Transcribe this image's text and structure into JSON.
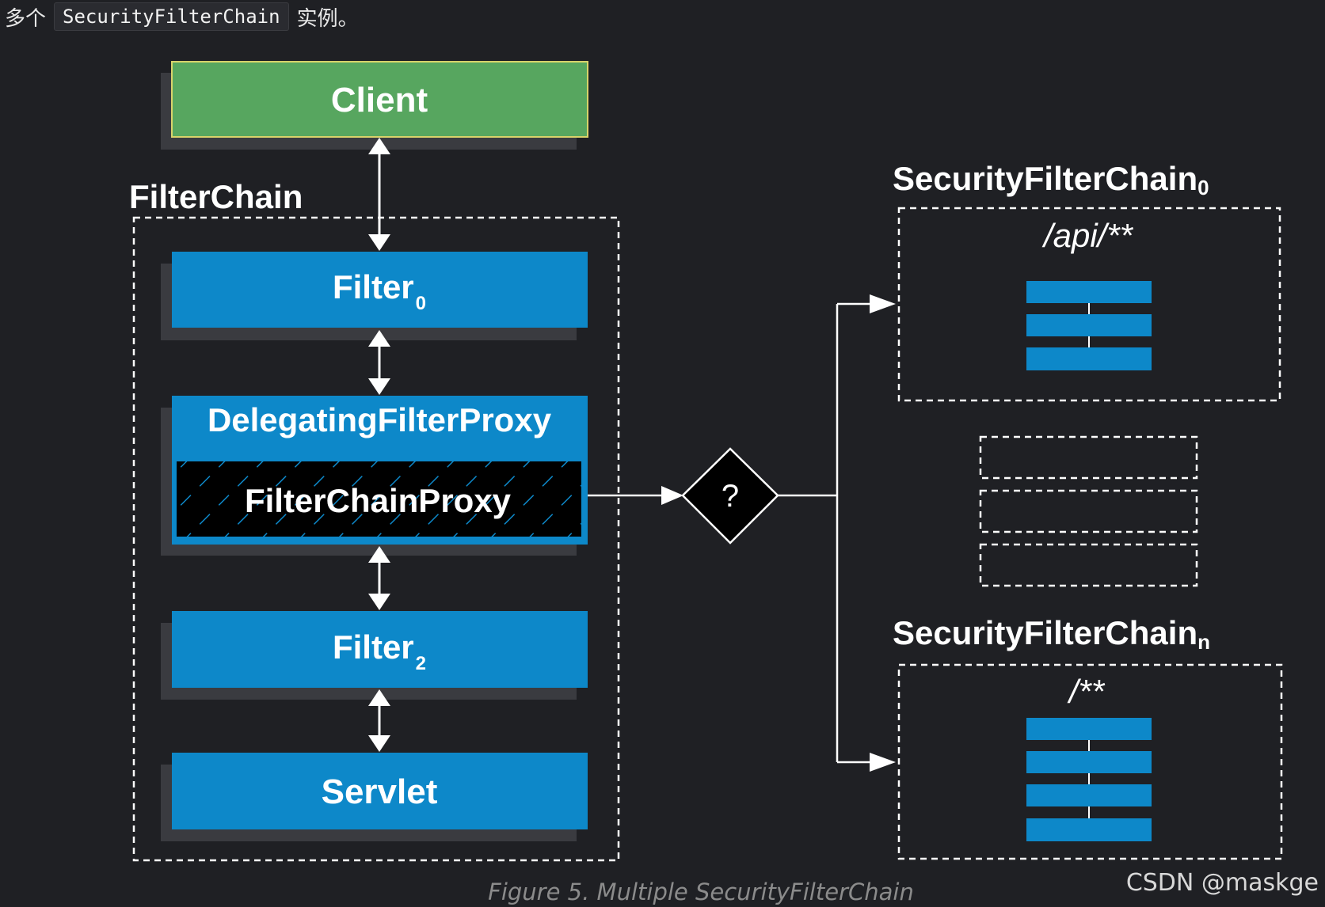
{
  "intro": {
    "prefix": "多个",
    "code": "SecurityFilterChain",
    "suffix": "实例。"
  },
  "diagram": {
    "client_label": "Client",
    "filterchain_label": "FilterChain",
    "filter0": {
      "base": "Filter",
      "sub": "0"
    },
    "delegating_label": "DelegatingFilterProxy",
    "fcp_label": "FilterChainProxy",
    "filter2": {
      "base": "Filter",
      "sub": "2"
    },
    "servlet_label": "Servlet",
    "decision_label": "?",
    "sfc0": {
      "base": "SecurityFilterChain",
      "sub": "0",
      "pattern": "/api/**"
    },
    "sfcn": {
      "base": "SecurityFilterChain",
      "sub": "n",
      "pattern": "/**"
    }
  },
  "caption": "Figure 5. Multiple SecurityFilterChain",
  "watermark": "CSDN @maskge",
  "colors": {
    "background": "#1f2024",
    "client_green": "#57a65f",
    "filter_blue": "#0d88c9",
    "black": "#000000",
    "white": "#ffffff"
  }
}
